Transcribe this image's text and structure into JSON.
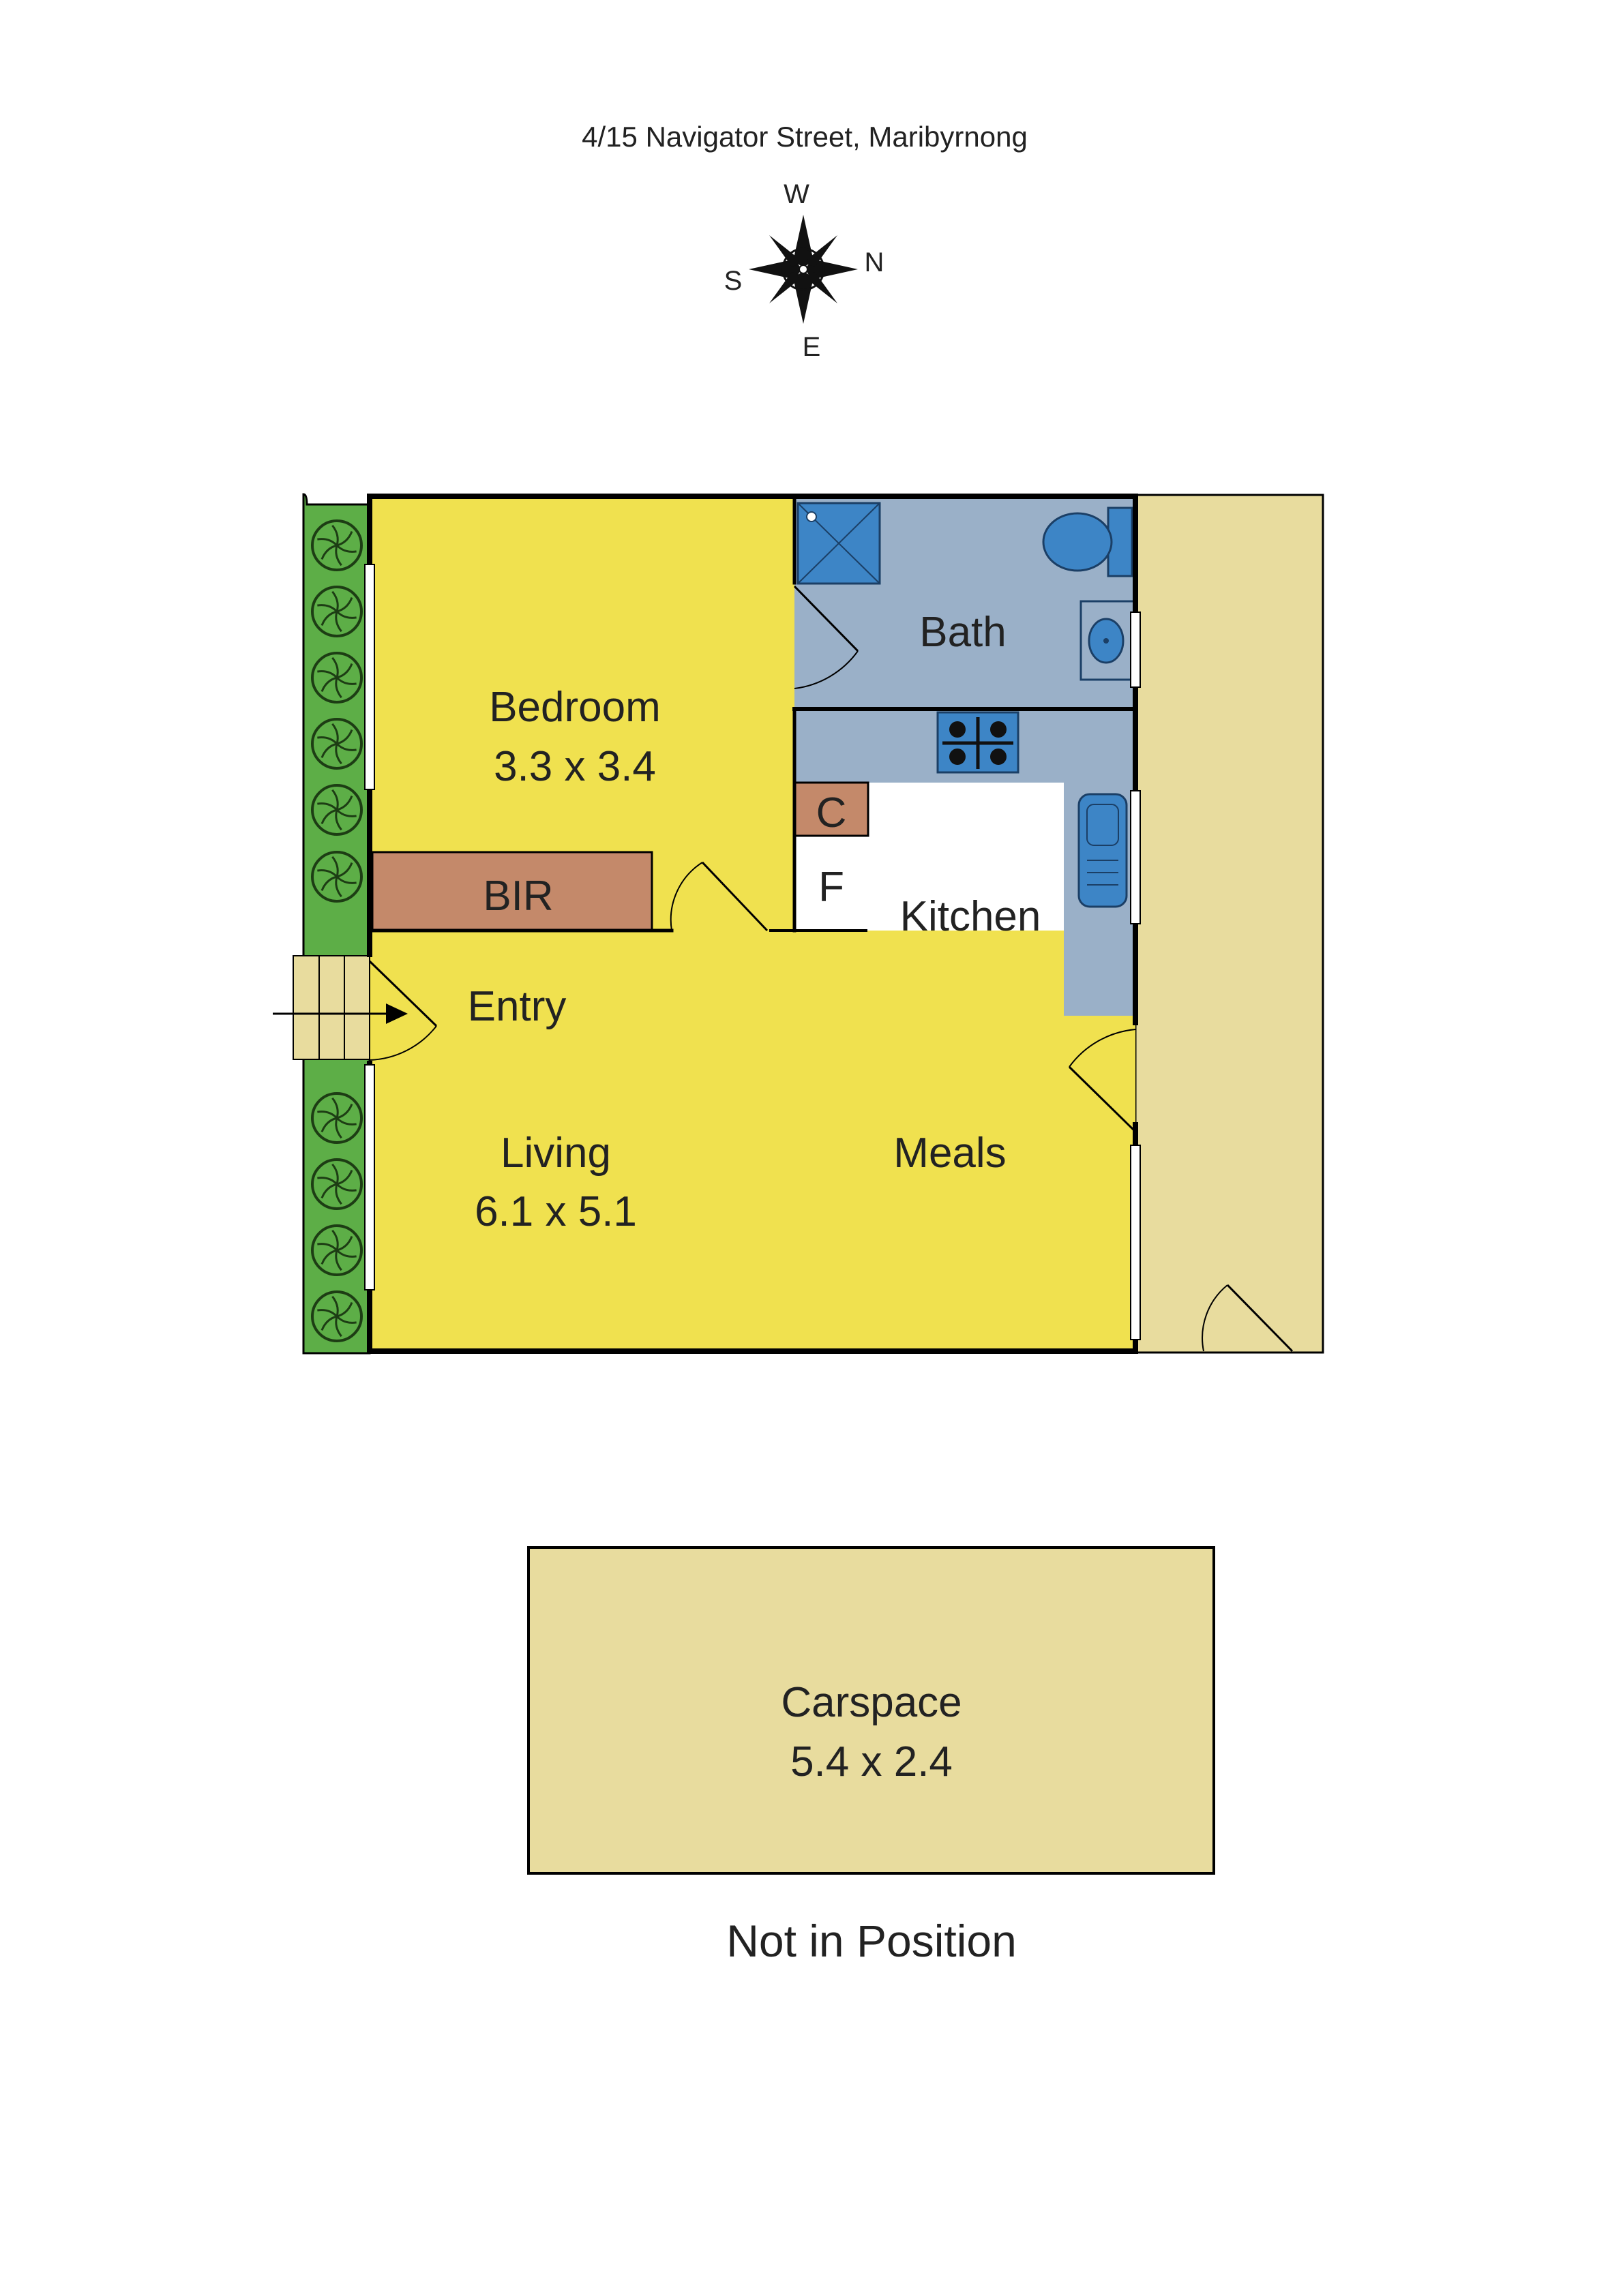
{
  "title": "4/15 Navigator Street, Maribyrnong",
  "compass": {
    "top": "W",
    "left": "S",
    "right": "N",
    "bottom": "E"
  },
  "rooms": {
    "bedroom": {
      "name": "Bedroom",
      "size": "3.3 x 3.4"
    },
    "bir": {
      "name": "BIR"
    },
    "bath": {
      "name": "Bath"
    },
    "cupboard": {
      "name": "C"
    },
    "fridge": {
      "name": "F"
    },
    "kitchen": {
      "name": "Kitchen"
    },
    "entry": {
      "name": "Entry"
    },
    "living": {
      "name": "Living",
      "size": "6.1 x 5.1"
    },
    "meals": {
      "name": "Meals"
    },
    "carspace": {
      "name": "Carspace",
      "size": "5.4 x 2.4"
    }
  },
  "note": "Not in Position",
  "colors": {
    "living": "#F0E14F",
    "wet": "#9AB0C8",
    "robe": "#C4896A",
    "courtyard": "#E8DC9E",
    "garden": "#5DAE47",
    "fixture": "#3D85C6"
  }
}
